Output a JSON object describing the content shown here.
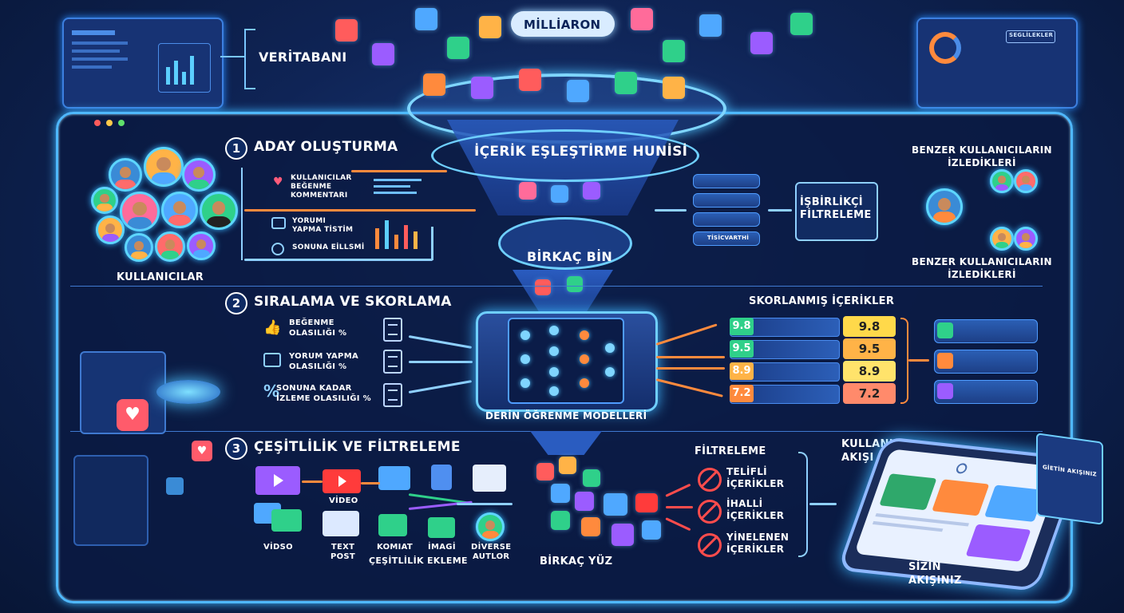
{
  "top": {
    "millions_label": "MİLLİARON",
    "database_label": "VERİTABANI"
  },
  "funnel": {
    "title": "İÇERİK EŞLEŞTİRME HUNİSİ",
    "thousands_label": "BİRKAÇ BİN",
    "hundreds_label": "BİRKAÇ YÜZ"
  },
  "step1": {
    "number": "1",
    "title": "ADAY OLUŞTURMA",
    "signals": [
      "KULLANICILAR\nBEĞENME\nKOMMENTARI",
      "YORUMI\nYAPMA TİSTİM",
      "SONUNA EİLLSMİ"
    ],
    "users_label": "KULLANICILAR",
    "list_label": "TİSİCVARTHİ"
  },
  "collab": {
    "title": "İŞBİRLİKÇİ\nFİLTRELEME",
    "similar_top": "BENZER KULLANICILARIN\nİZLEDİKLERİ",
    "similar_bottom": "BENZER KULLANICILARIN\nİZLEDİKLERİ"
  },
  "step2": {
    "number": "2",
    "title": "SIRALAMA VE SKORLAMA",
    "probabilities": [
      "BEĞENME\nOLASILIĞI %",
      "YORUM YAPMA\nOLASILIĞI %",
      "SONUNA KADAR\nİZLEME OLASILIĞI %"
    ],
    "model_label": "DERİN ÖĞRENME MODELLERİ",
    "scored_title": "SKORLANMIŞ İÇERİKLER",
    "scores": [
      "9.8",
      "9.5",
      "8.9",
      "7.2"
    ],
    "colors": {
      "s1": "#ffd94a",
      "s2": "#ffb347",
      "s3": "#ffe36b",
      "s4": "#ff8a6b"
    }
  },
  "step3": {
    "number": "3",
    "title": "ÇEŞİTLİLİK VE FİLTRELEME",
    "items": [
      "VİDEO",
      "VİDSO",
      "TEXT\nPOST",
      "KOMIAT",
      "İMAGİ",
      "DİVERSE\nAUTLOR"
    ],
    "diversity_label": "ÇEŞİTLİLİK EKLEME"
  },
  "filtering": {
    "title": "FİLTRELEME",
    "items": [
      "TELİFLİ\nİÇERİKLER",
      "İHALLİ\nİÇERİKLER",
      "YİNELENEN\nİÇERİKLER"
    ]
  },
  "feed": {
    "title": "KULLANICI\nAKIŞI",
    "your_feed": "SİZİN\nAKIŞINIZ",
    "screen_label": "GİETİN AKIŞINIZ",
    "top_right_label": "SEGLİLEKLER"
  }
}
